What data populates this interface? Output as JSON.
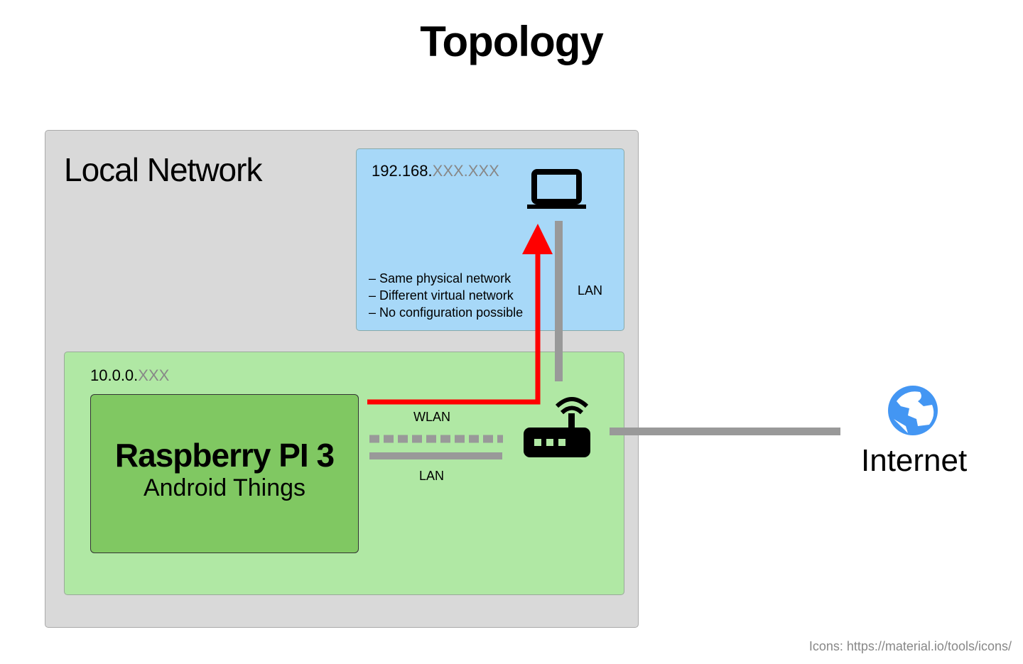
{
  "title": "Topology",
  "local_network": {
    "label": "Local Network",
    "virtual_network": {
      "ip_prefix": "192.168.",
      "ip_masked": "XXX.XXX",
      "notes": [
        "– Same physical network",
        "– Different virtual network",
        "– No configuration possible"
      ],
      "device_icon": "laptop-icon",
      "link_label": "LAN"
    },
    "device_network": {
      "ip_prefix": "10.0.0.",
      "ip_masked": "XXX",
      "device": {
        "name": "Raspberry PI 3",
        "os": "Android Things"
      },
      "router_icon": "router-icon",
      "wlan_label": "WLAN",
      "lan_label": "LAN"
    }
  },
  "internet": {
    "label": "Internet",
    "icon": "globe-icon"
  },
  "credit": "Icons: https://material.io/tools/icons/",
  "colors": {
    "local": "#d9d9d9",
    "virtual": "#a7d8f8",
    "device_net": "#b0e8a4",
    "device": "#80c862",
    "arrow": "#ff0000",
    "link": "#999999",
    "globe": "#4396f3"
  }
}
